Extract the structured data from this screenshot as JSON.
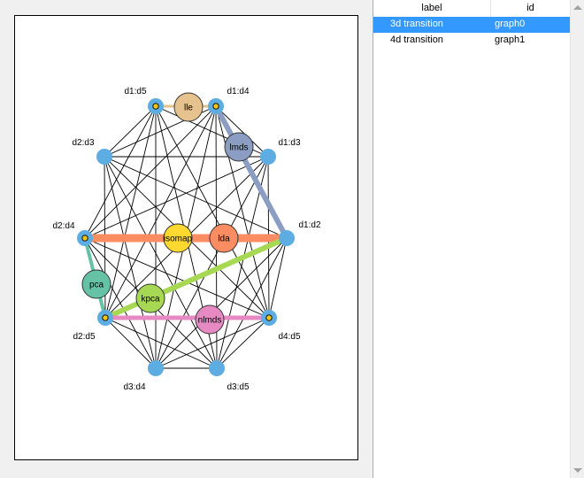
{
  "graph": {
    "anchors": [
      {
        "id": "d1d5",
        "label": "d1:d5",
        "marker": true
      },
      {
        "id": "d1d4",
        "label": "d1:d4",
        "marker": true
      },
      {
        "id": "d2d3",
        "label": "d2:d3",
        "marker": false
      },
      {
        "id": "d1d3",
        "label": "d1:d3",
        "marker": false
      },
      {
        "id": "d2d4",
        "label": "d2:d4",
        "marker": true
      },
      {
        "id": "d1d2",
        "label": "d1:d2",
        "marker": false
      },
      {
        "id": "d2d5",
        "label": "d2:d5",
        "marker": true
      },
      {
        "id": "d4d5",
        "label": "d4:d5",
        "marker": true
      },
      {
        "id": "d3d4",
        "label": "d3:d4",
        "marker": false
      },
      {
        "id": "d3d5",
        "label": "d3:d5",
        "marker": false
      }
    ],
    "methods": [
      {
        "id": "lle",
        "label": "lle",
        "color": "#e6c28e",
        "between": [
          "d1d5",
          "d1d4"
        ]
      },
      {
        "id": "lmds",
        "label": "lmds",
        "color": "#8b9dc3",
        "between": [
          "d1d4",
          "d1d2"
        ]
      },
      {
        "id": "isomap",
        "label": "isomap",
        "color": "#ffd92f",
        "between": [
          "d2d4",
          "d1d2"
        ]
      },
      {
        "id": "lda",
        "label": "lda",
        "color": "#fc8d62",
        "between": [
          "d2d4",
          "d1d2"
        ]
      },
      {
        "id": "pca",
        "label": "pca",
        "color": "#66c2a5",
        "between": [
          "d2d4",
          "d2d5"
        ]
      },
      {
        "id": "kpca",
        "label": "kpca",
        "color": "#a6d854",
        "between": [
          "d2d5",
          "d1d2"
        ]
      },
      {
        "id": "nlmds",
        "label": "nlmds",
        "color": "#e78ac3",
        "between": [
          "d2d5",
          "d4d5"
        ]
      }
    ],
    "anchor_color": "#5dade2",
    "marker_color": "#f1c40f",
    "edge_color": "#000000"
  },
  "table": {
    "columns": {
      "label": "label",
      "id": "id"
    },
    "rows": [
      {
        "label": "3d transition",
        "id": "graph0",
        "selected": true
      },
      {
        "label": "4d transition",
        "id": "graph1",
        "selected": false
      }
    ]
  }
}
